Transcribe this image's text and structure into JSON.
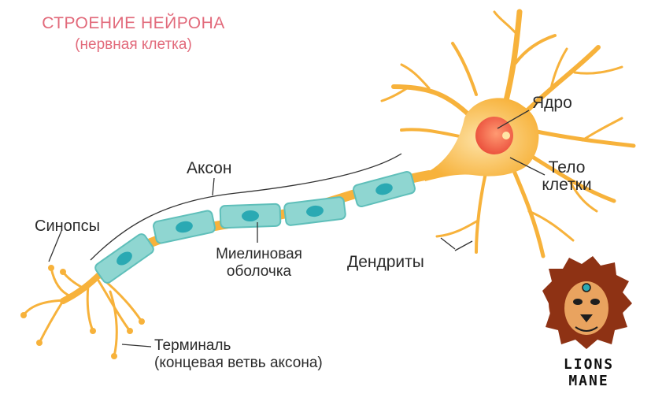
{
  "title": "СТРОЕНИЕ НЕЙРОНА",
  "subtitle": "(нервная клетка)",
  "labels": {
    "nucleus": "Ядро",
    "body_line1": "Тело",
    "body_line2": "клетки",
    "axon": "Аксон",
    "synapses": "Синопсы",
    "myelin_line1": "Миелиновая",
    "myelin_line2": "оболочка",
    "dendrites": "Дендриты",
    "terminal_line1": "Терминаль",
    "terminal_line2": "(концевая ветвь аксона)"
  },
  "brand": "LIONS MANE",
  "colors": {
    "title": "#e26a7b",
    "neuron": "#f7b23b",
    "neuron_light": "#fbd487",
    "myelin": "#8fd6d1",
    "myelin_nucleus": "#2aa9b3",
    "nucleus": "#f0604a",
    "text": "#2a2a2a"
  },
  "icons": {
    "logo": "lion-head-icon"
  }
}
